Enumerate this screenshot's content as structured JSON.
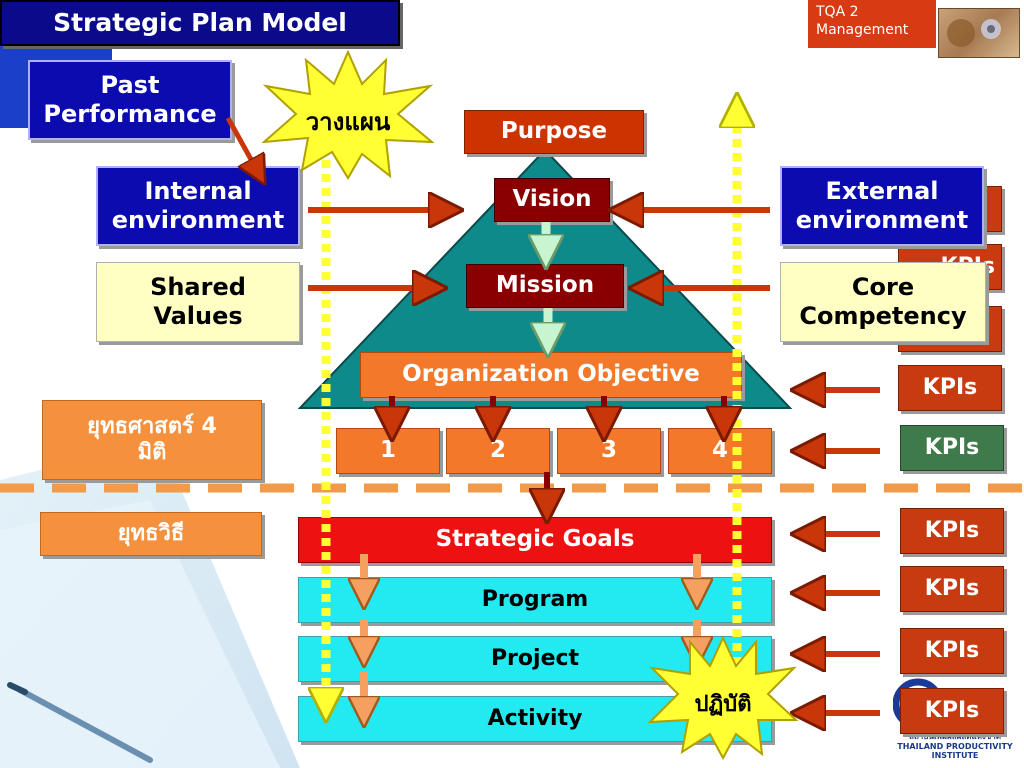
{
  "title": "Strategic Plan Model",
  "corner_label": {
    "line1": "TQA 2",
    "line2": "Management"
  },
  "past_performance": {
    "line1": "Past",
    "line2": "Performance"
  },
  "plan_star": "วางแผน",
  "do_star": "ปฏิบัติ",
  "purpose": "Purpose",
  "vision": "Vision",
  "mission": "Mission",
  "internal_env": {
    "line1": "Internal",
    "line2": "environment"
  },
  "external_env": {
    "line1": "External",
    "line2": "environment"
  },
  "shared_values": {
    "line1": "Shared",
    "line2": "Values"
  },
  "core_competency": {
    "line1": "Core",
    "line2": "Competency"
  },
  "org_objective": "Organization Objective",
  "strategy": {
    "line1": "ยุทธศาสตร์ 4",
    "line2": "มิติ"
  },
  "tactics": "ยุทธวิธี",
  "dimensions": [
    "1",
    "2",
    "3",
    "4"
  ],
  "kpi_label": "KPIs",
  "levels": {
    "goals": "Strategic Goals",
    "program": "Program",
    "project": "Project",
    "activity": "Activity"
  },
  "institute": {
    "line1": "สถาบันเพิ่มผลผลิตแห่งชาติ",
    "line2": "THAILAND PRODUCTIVITY INSTITUTE"
  },
  "colors": {
    "navy": "#0a0a8a",
    "blue": "#0b0bb0",
    "teal": "#0e8a8a",
    "red": "#cc3300",
    "orange": "#f4782a",
    "cyan": "#22eaf0",
    "star": "#ffff33"
  }
}
